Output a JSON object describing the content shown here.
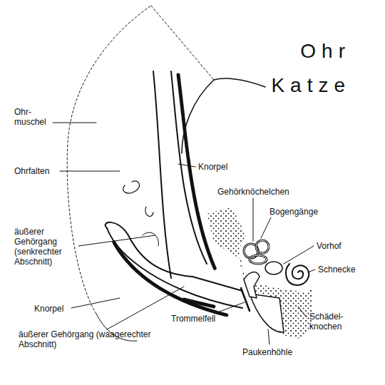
{
  "diagram": {
    "title": "Ohr Katze",
    "labels": [
      "Ohr- muschel",
      "Ohrfalten",
      "äußerer Gehörgang (senkrechter Abschnitt)",
      "Knorpel",
      "äußerer Gehörgang (waagerechter Abschnitt)",
      "Knorpel",
      "Gehörknöchelchen",
      "Bogengänge",
      "Vorhof",
      "Schnecke",
      "Trommelfell",
      "Schädel- knochen",
      "Paukenhöhle"
    ]
  }
}
